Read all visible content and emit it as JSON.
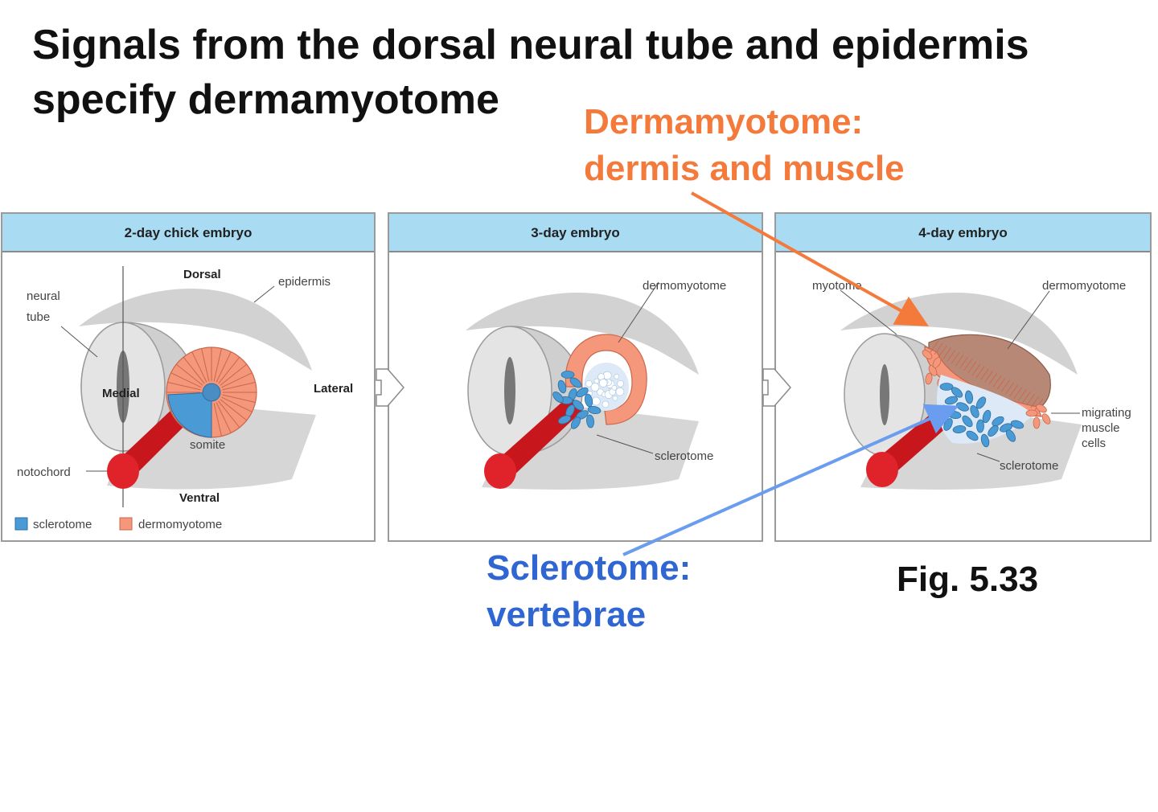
{
  "title": {
    "line1": "Signals from the dorsal neural tube and epidermis",
    "line2": "specify dermamyotome"
  },
  "callouts": {
    "dermamyotome": {
      "line1": "Dermamyotome:",
      "line2": "dermis and muscle",
      "color": "#f47a3c"
    },
    "sclerotome": {
      "line1": "Sclerotome:",
      "line2": "vertebrae",
      "color": "#2f66d2"
    }
  },
  "figure_label": "Fig. 5.33",
  "colors": {
    "panel_header": "#a9dcf3",
    "sclerotome": "#4a9ad6",
    "dermomyotome": "#f4977a",
    "notochord": "#d61f26",
    "tissue_gray": "#cfcfcf"
  },
  "panels": [
    {
      "header": "2-day chick embryo",
      "labels": {
        "dorsal": "Dorsal",
        "epidermis": "epidermis",
        "neural": "neural",
        "tube": "tube",
        "medial": "Medial",
        "lateral": "Lateral",
        "somite": "somite",
        "notochord": "notochord",
        "ventral": "Ventral"
      },
      "legend": [
        {
          "label": "sclerotome",
          "color": "#4a9ad6"
        },
        {
          "label": "dermomyotome",
          "color": "#f4977a"
        }
      ]
    },
    {
      "header": "3-day embryo",
      "labels": {
        "dermomyotome": "dermomyotome",
        "sclerotome": "sclerotome"
      }
    },
    {
      "header": "4-day embryo",
      "labels": {
        "myotome": "myotome",
        "dermomyotome": "dermomyotome",
        "migrating": "migrating",
        "muscle": "muscle",
        "cells": "cells",
        "sclerotome": "sclerotome"
      }
    }
  ],
  "icons": [
    "next-stage-arrow-icon",
    "callout-arrow-icon"
  ]
}
